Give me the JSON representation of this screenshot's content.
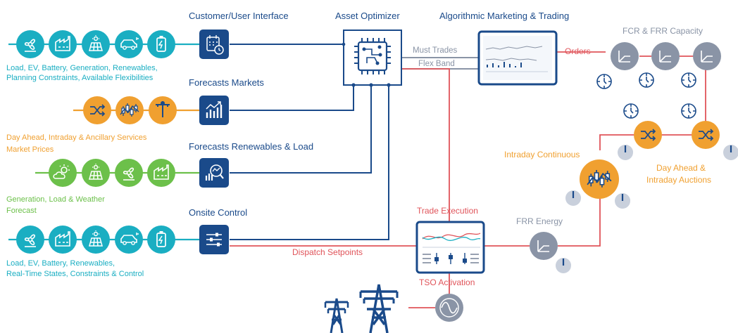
{
  "headers": {
    "customer_ui": "Customer/User Interface",
    "asset_optimizer": "Asset Optimizer",
    "algo_trading": "Algorithmic Marketing & Trading",
    "forecasts_markets": "Forecasts Markets",
    "forecasts_renewables": "Forecasts Renewables & Load",
    "onsite_control": "Onsite Control",
    "fcr_frr": "FCR & FRR Capacity"
  },
  "input_labels": {
    "row1_line1": "Load, EV, Battery, Generation, Renewables,",
    "row1_line2": "Planning Constraints, Available Flexibilities",
    "row2_line1": "Day Ahead, Intraday & Ancillary Services",
    "row2_line2": "Market Prices",
    "row3_line1": "Generation, Load & Weather",
    "row3_line2": "Forecast",
    "row4_line1": "Load, EV, Battery, Renewables,",
    "row4_line2": "Real-Time States, Constraints & Control"
  },
  "flow_labels": {
    "must_trades": "Must Trades",
    "flex_band": "Flex Band",
    "orders": "Orders",
    "dispatch_setpoints": "Dispatch Setpoints",
    "trade_execution": "Trade Execution",
    "tso_activation": "TSO Activation"
  },
  "market_labels": {
    "intraday_continuous": "Intraday Continuous",
    "day_ahead_line1": "Day Ahead &",
    "day_ahead_line2": "Intraday Auctions",
    "frr_energy": "FRR Energy"
  },
  "colors": {
    "teal": "#1aaec2",
    "orange": "#f0a030",
    "green": "#6cc04a",
    "navy": "#1a4a8a",
    "grey": "#8a94a6",
    "red": "#e0545a"
  }
}
